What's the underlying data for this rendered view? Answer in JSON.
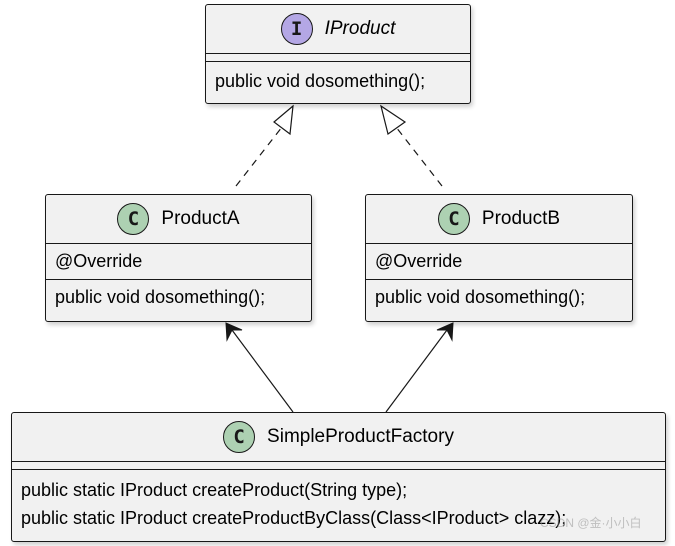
{
  "classes": {
    "iproduct": {
      "badge": "I",
      "name": "IProduct",
      "methods": [
        "public void dosomething();"
      ]
    },
    "product_a": {
      "badge": "C",
      "name": "ProductA",
      "fields": [
        "@Override"
      ],
      "methods": [
        "public void dosomething();"
      ]
    },
    "product_b": {
      "badge": "C",
      "name": "ProductB",
      "fields": [
        "@Override"
      ],
      "methods": [
        "public void dosomething();"
      ]
    },
    "factory": {
      "badge": "C",
      "name": "SimpleProductFactory",
      "methods": [
        "public static IProduct createProduct(String type);",
        "public static IProduct createProductByClass(Class<IProduct> clazz);"
      ]
    }
  },
  "watermark": "CSDN @金·小小白"
}
